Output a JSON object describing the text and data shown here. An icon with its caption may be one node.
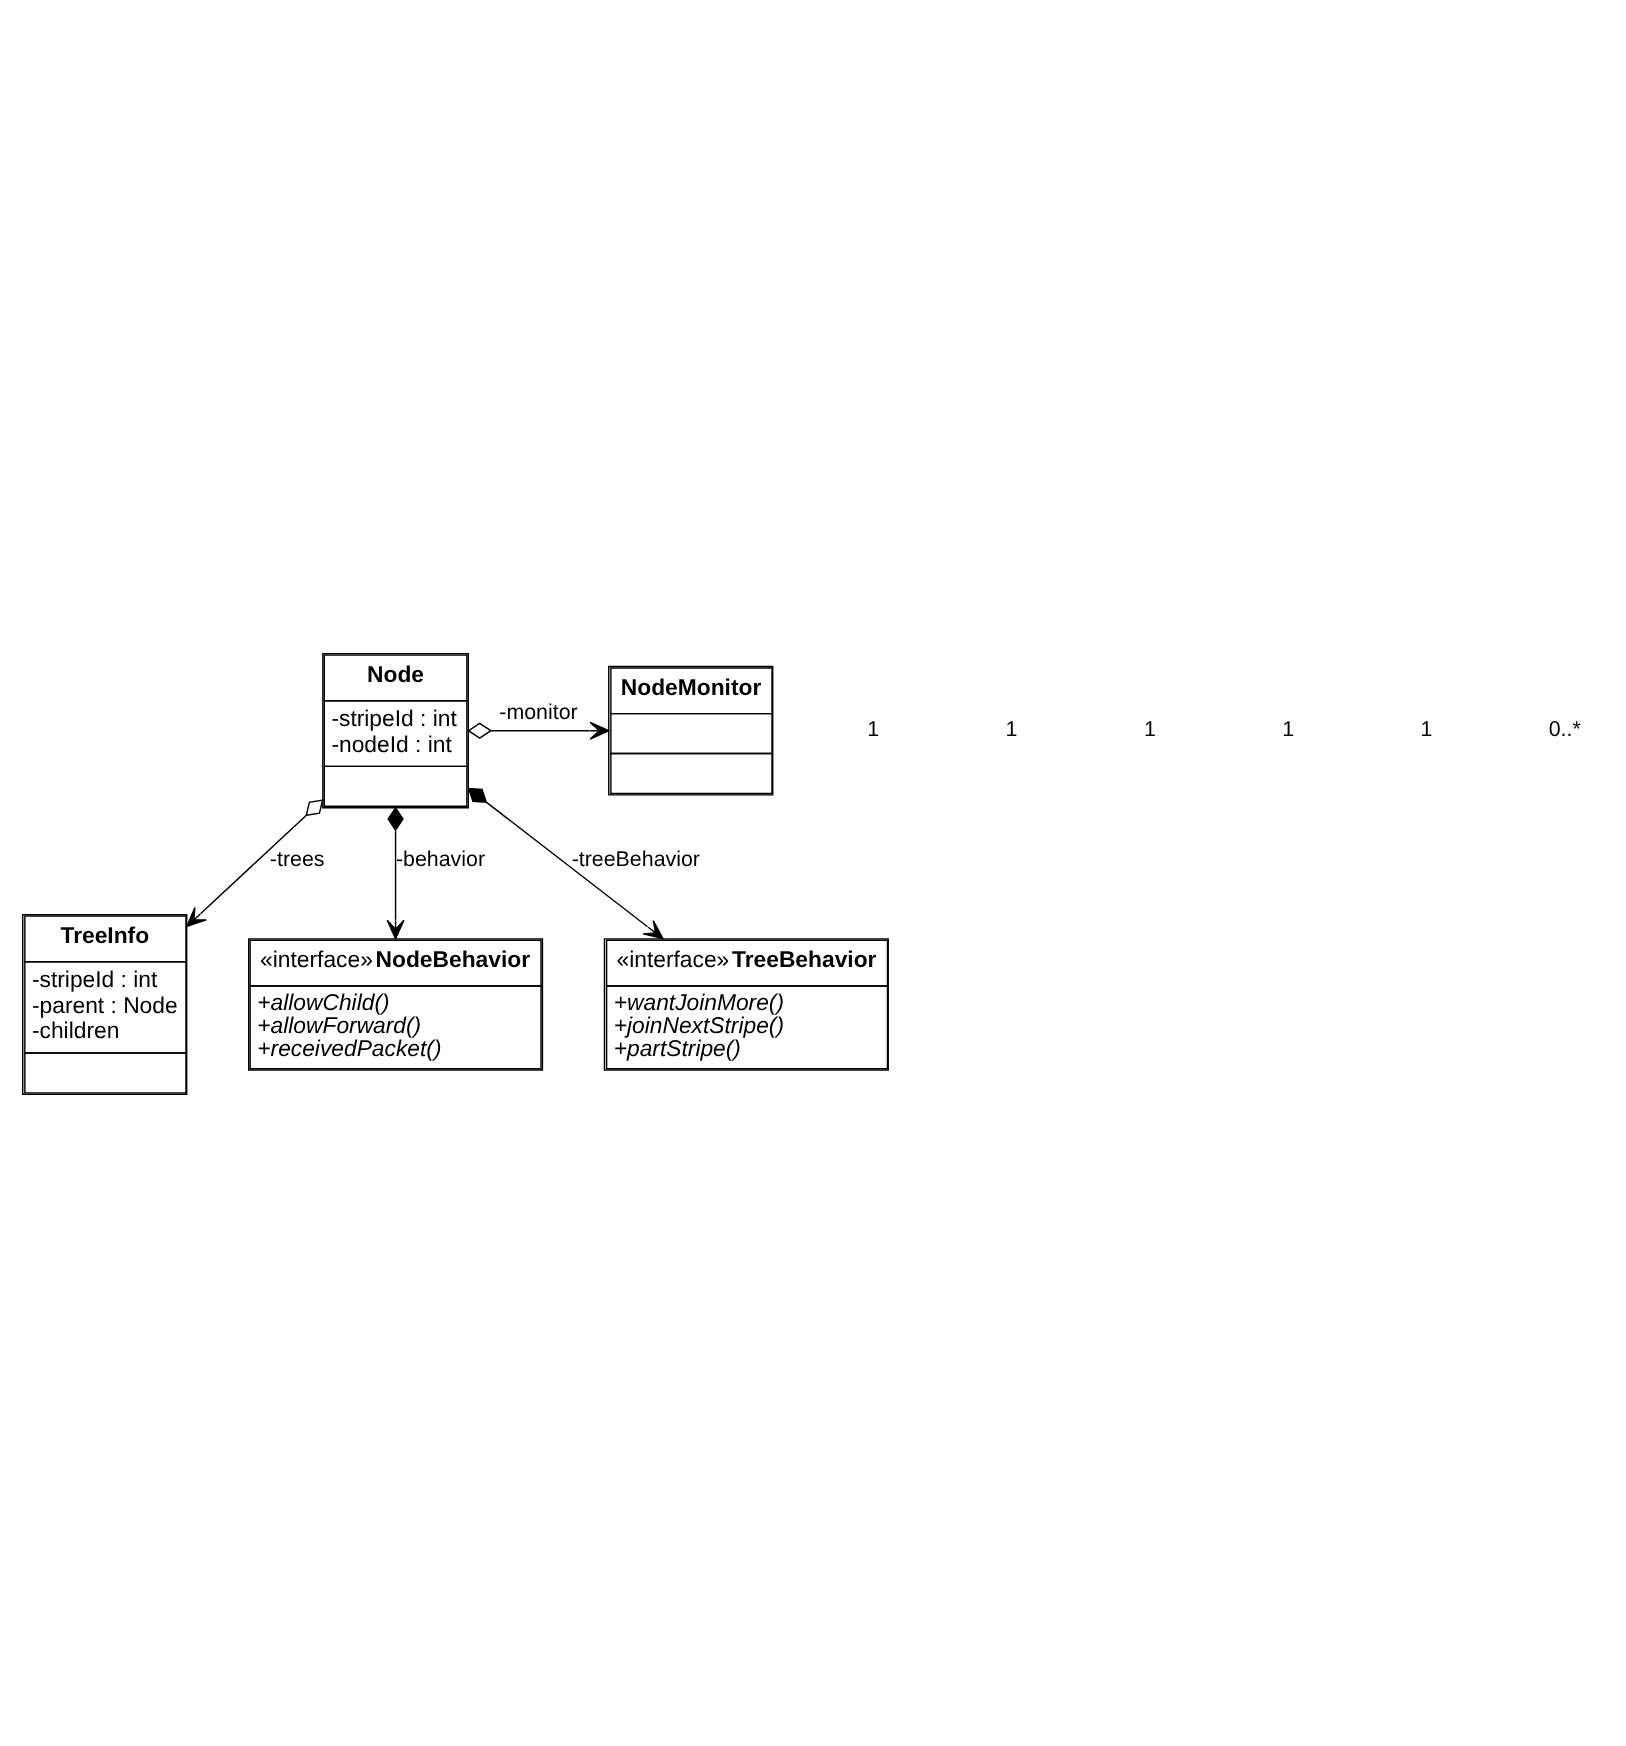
{
  "diagram": {
    "nodes": [
      {
        "text": [
          "Node",
          "-stripeId : int",
          "-nodeId : int"
        ]
      },
      {
        "text": [
          "NodeMonitor"
        ]
      },
      {
        "text": [
          "TreeInfo",
          "-stripeId : int",
          "-parent : Node",
          "-children"
        ]
      },
      {
        "text": [
          "«interface»",
          "NodeBehavior",
          "+allowChild()",
          "+allowForward()",
          "+receivedPacket()"
        ]
      },
      {
        "text": [
          "«interface»",
          "TreeBehavior",
          "+wantJoinMore()",
          "+joinNextStripe()",
          "+partStripe()"
        ]
      }
    ],
    "edges": [
      {
        "from": 0,
        "to": 1,
        "arrow": "to",
        "label": "-monitor"
      },
      {
        "from": 0,
        "to": 2,
        "arrow": "to",
        "label": "-trees"
      },
      {
        "from": 0,
        "to": 3,
        "arrow": "to",
        "label": "-behavior"
      },
      {
        "from": 0,
        "to": 4,
        "arrow": "to",
        "label": "-treeBehavior"
      }
    ],
    "labels": [
      "1",
      "1",
      "1",
      "1",
      "1",
      "0..*"
    ]
  }
}
